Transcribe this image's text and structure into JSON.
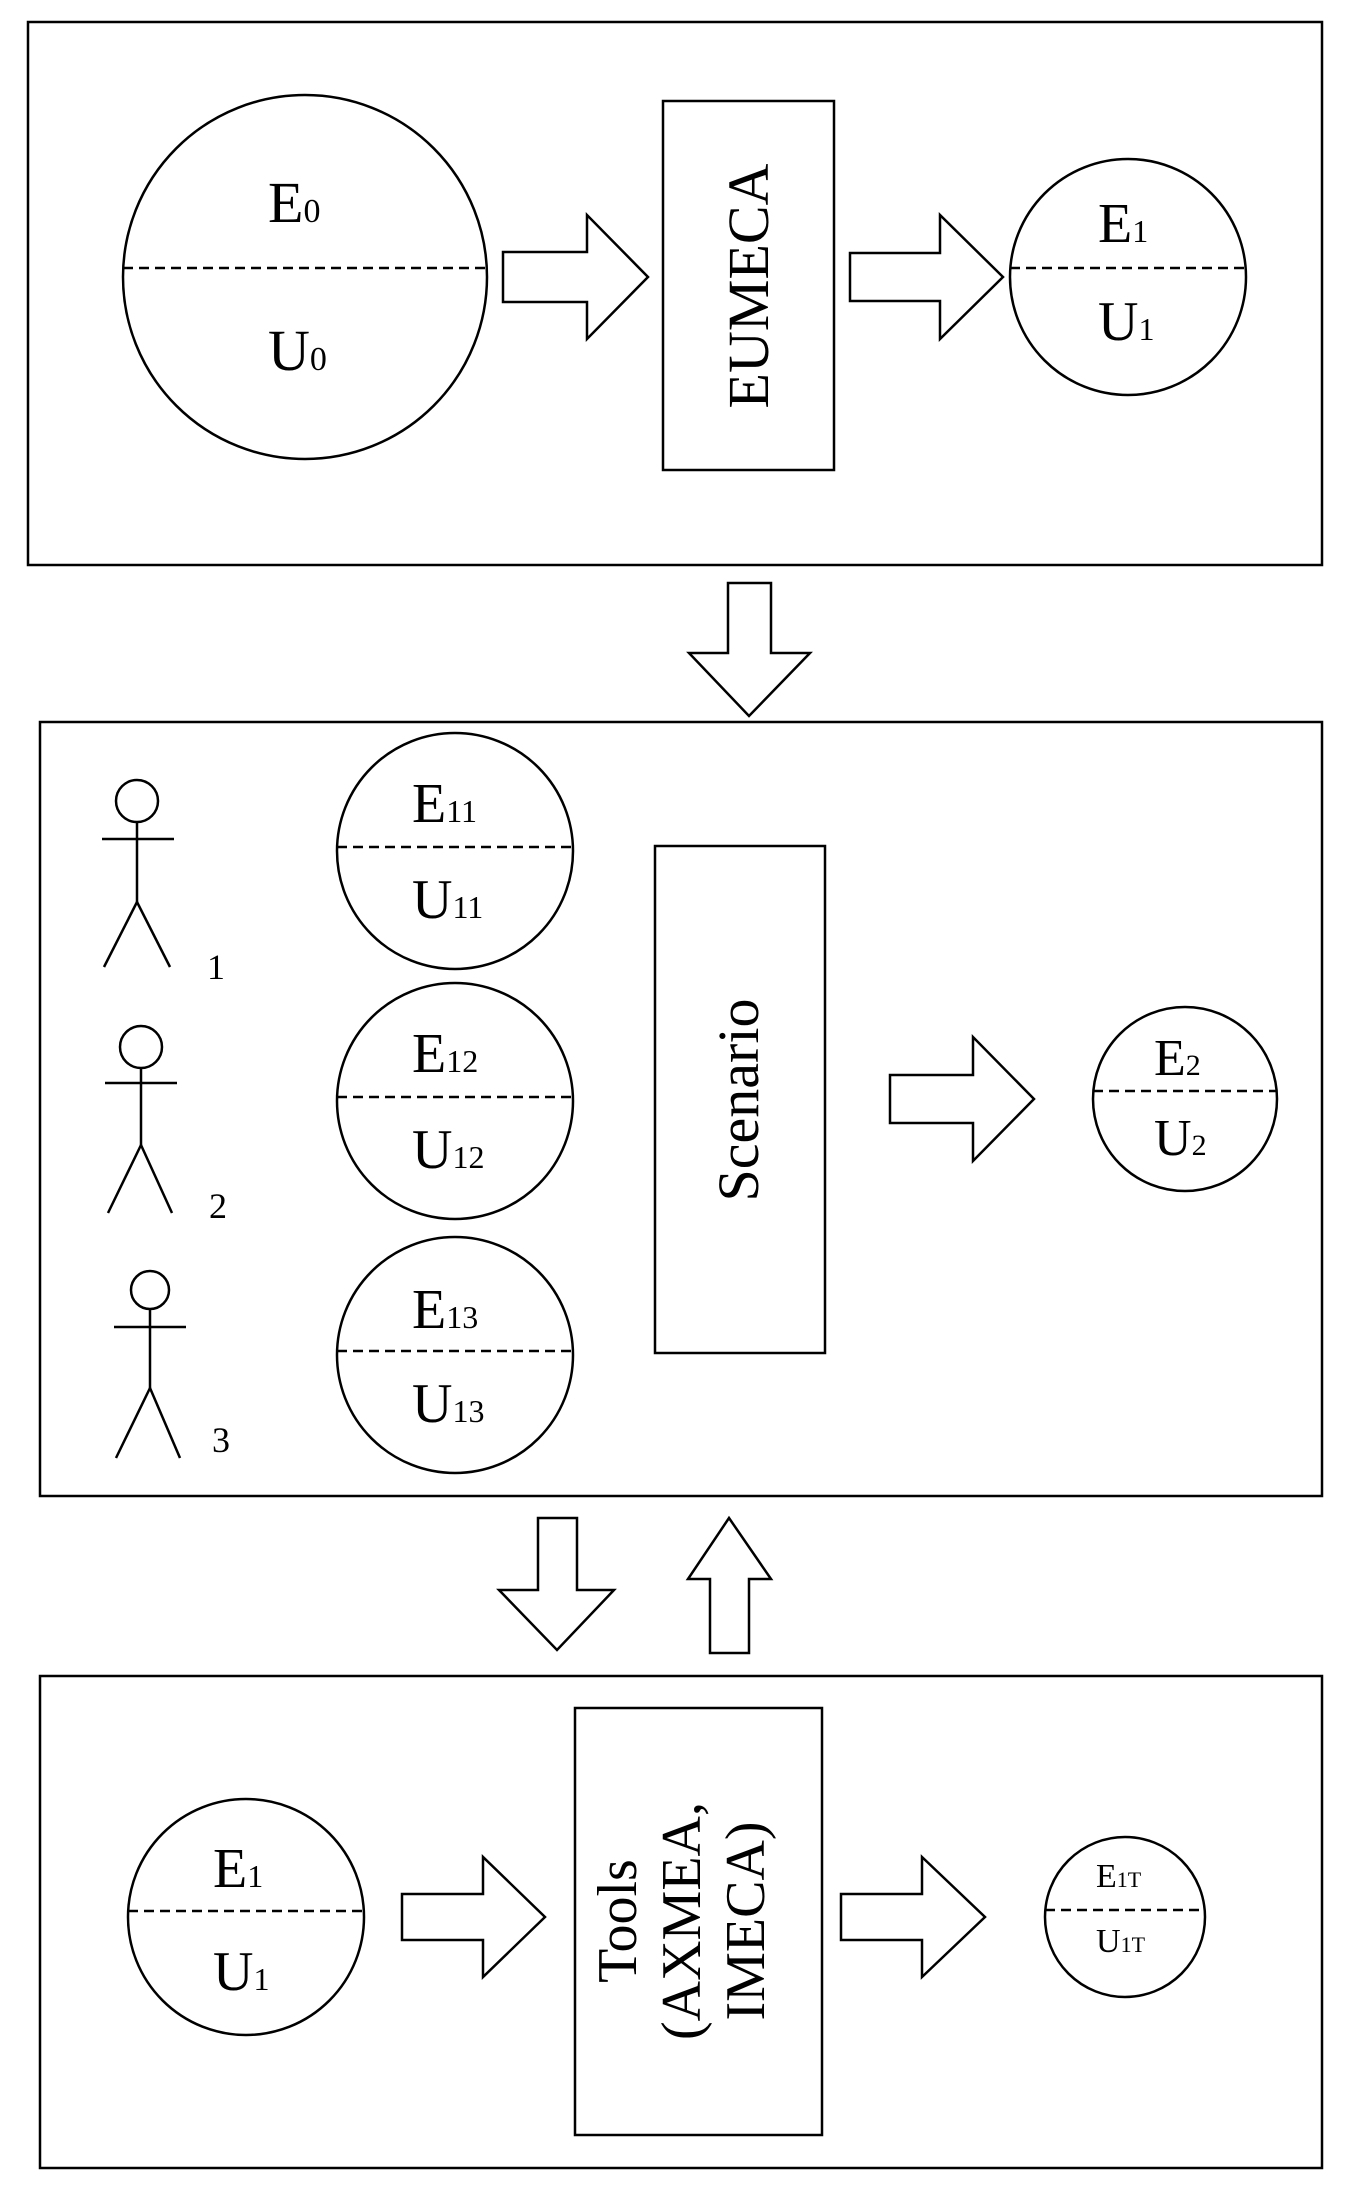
{
  "panel1": {
    "circle_in": {
      "top": "E",
      "top_sub": "0",
      "bottom": "U",
      "bottom_sub": "0"
    },
    "process": "EUMECA",
    "circle_out": {
      "top": "E",
      "top_sub": "1",
      "bottom": "U",
      "bottom_sub": "1"
    }
  },
  "panel2": {
    "users": [
      {
        "number": "1",
        "circle": {
          "top": "E",
          "top_sub": "11",
          "bottom": "U",
          "bottom_sub": "11"
        }
      },
      {
        "number": "2",
        "circle": {
          "top": "E",
          "top_sub": "12",
          "bottom": "U",
          "bottom_sub": "12"
        }
      },
      {
        "number": "3",
        "circle": {
          "top": "E",
          "top_sub": "13",
          "bottom": "U",
          "bottom_sub": "13"
        }
      }
    ],
    "process": "Scenario",
    "circle_out": {
      "top": "E",
      "top_sub": "2",
      "bottom": "U",
      "bottom_sub": "2"
    }
  },
  "panel3": {
    "circle_in": {
      "top": "E",
      "top_sub": "1",
      "bottom": "U",
      "bottom_sub": "1"
    },
    "process_lines": [
      "Tools",
      "(AXMEA,",
      "IMECA)"
    ],
    "circle_out": {
      "top": "E",
      "top_sub": "1T",
      "bottom": "U",
      "bottom_sub": "1T"
    }
  }
}
